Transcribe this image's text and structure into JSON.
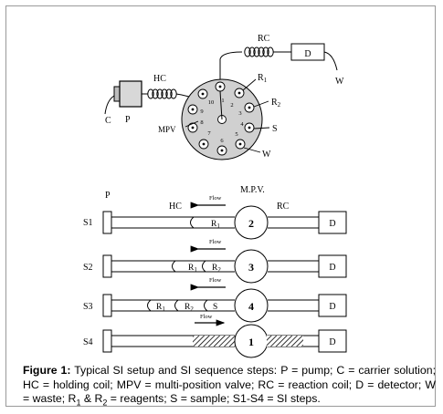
{
  "figure": {
    "setup": {
      "labels": {
        "rc": "RC",
        "d": "D",
        "w_top": "W",
        "hc": "HC",
        "c": "C",
        "p": "P",
        "mpv": "MPV",
        "r1_base": "R",
        "r1_sub": "1",
        "r2_base": "R",
        "r2_sub": "2",
        "s": "S",
        "w": "W"
      },
      "valve_ports": [
        "1",
        "2",
        "3",
        "4",
        "5",
        "6",
        "7",
        "8",
        "9",
        "10"
      ]
    },
    "sequence": {
      "p_label": "P",
      "hc_label": "HC",
      "mpv_label": "M.P.V.",
      "rc_label": "RC",
      "flow_label": "Flow",
      "detector_label": "D",
      "steps": [
        {
          "name": "S1",
          "valve": "2",
          "zones": [
            {
              "base": "R",
              "sub": "1"
            }
          ]
        },
        {
          "name": "S2",
          "valve": "3",
          "zones": [
            {
              "base": "R",
              "sub": "1"
            },
            {
              "base": "R",
              "sub": "2"
            }
          ]
        },
        {
          "name": "S3",
          "valve": "4",
          "zones": [
            {
              "base": "R",
              "sub": "1"
            },
            {
              "base": "R",
              "sub": "2"
            },
            {
              "base": "S",
              "sub": ""
            }
          ]
        },
        {
          "name": "S4",
          "valve": "1",
          "zones": []
        }
      ]
    },
    "caption": {
      "label": "Figure 1:",
      "p1": " Typical SI setup and SI sequence steps: P = pump; C = carrier solution; HC = holding coil; MPV = multi-position valve; RC = reaction coil; D = detector; W = waste; R",
      "sub1": "1",
      "p2": " & R",
      "sub2": "2",
      "p3": " = reagents; S = sample; S1-S4 = SI steps."
    }
  }
}
